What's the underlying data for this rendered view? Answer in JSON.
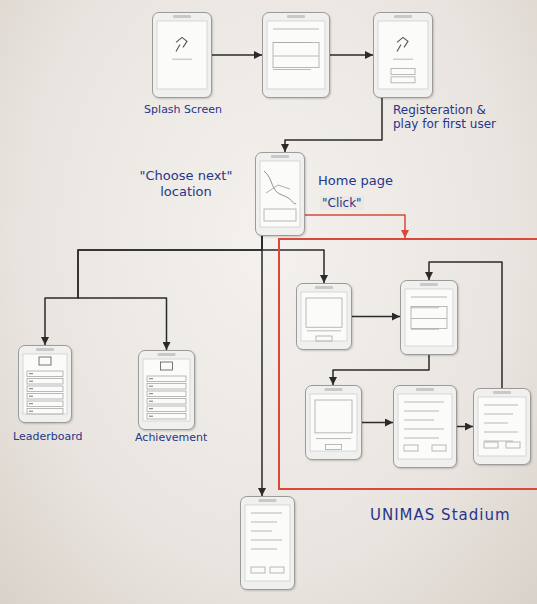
{
  "diagram": {
    "nodes": [
      {
        "text": [
          "Splash Screen"
        ]
      },
      {
        "text": []
      },
      {
        "text": [
          "Registeration & play for first user"
        ]
      },
      {
        "text": [
          "Home page"
        ]
      },
      {
        "text": [
          "UNIMAS Stadium"
        ]
      },
      {
        "text": [],
        "in": 4
      },
      {
        "text": [],
        "in": 4
      },
      {
        "text": [],
        "in": 4
      },
      {
        "text": [],
        "in": 4
      },
      {
        "text": [],
        "in": 4
      },
      {
        "text": [
          "Leaderboard"
        ]
      },
      {
        "text": [
          "Achievement"
        ]
      },
      {
        "text": []
      }
    ],
    "edges": [
      {
        "from": 0,
        "to": 1,
        "arrow": "to"
      },
      {
        "from": 1,
        "to": 2,
        "arrow": "to"
      },
      {
        "from": 2,
        "to": 3,
        "arrow": "to"
      },
      {
        "from": 3,
        "to": 4,
        "label": "\"Click\"",
        "arrow": "to"
      },
      {
        "from": 3,
        "to": 5,
        "arrow": "to"
      },
      {
        "from": 5,
        "to": 6,
        "arrow": "to"
      },
      {
        "from": 6,
        "to": 7,
        "arrow": "to"
      },
      {
        "from": 7,
        "to": 8,
        "arrow": "to"
      },
      {
        "from": 8,
        "to": 9,
        "arrow": "to"
      },
      {
        "from": 9,
        "to": 6,
        "arrow": "to"
      },
      {
        "from": 3,
        "to": 10,
        "arrow": "to"
      },
      {
        "from": 3,
        "to": 11,
        "arrow": "to"
      },
      {
        "from": 3,
        "to": 12,
        "arrow": "to"
      }
    ],
    "labels": [
      "\"Choose next\" location"
    ]
  }
}
